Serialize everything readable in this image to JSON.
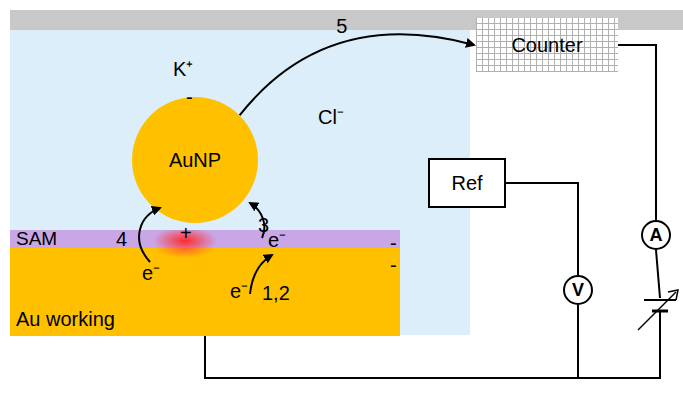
{
  "diagram": {
    "nodes": [
      {
        "text": [
          "Counter"
        ]
      },
      {
        "text": [
          "AuNP"
        ]
      },
      {
        "text": [
          "Ref"
        ]
      },
      {
        "text": [
          "SAM"
        ]
      },
      {
        "text": [
          "A"
        ]
      },
      {
        "text": [
          "V"
        ]
      },
      {
        "text": [
          "Au working"
        ]
      }
    ],
    "edges": [
      {
        "from": 1,
        "to": 0,
        "label": "5",
        "arrow": "to"
      },
      {
        "from": 2,
        "to": 5,
        "arrow": "none"
      },
      {
        "from": 0,
        "to": 4,
        "arrow": "none"
      }
    ],
    "labels": [
      "K⁺",
      "-",
      "+",
      "4",
      "e⁻",
      "3",
      "e⁻",
      "e⁻",
      "1,2",
      "Cl⁻",
      "-",
      "-"
    ]
  }
}
